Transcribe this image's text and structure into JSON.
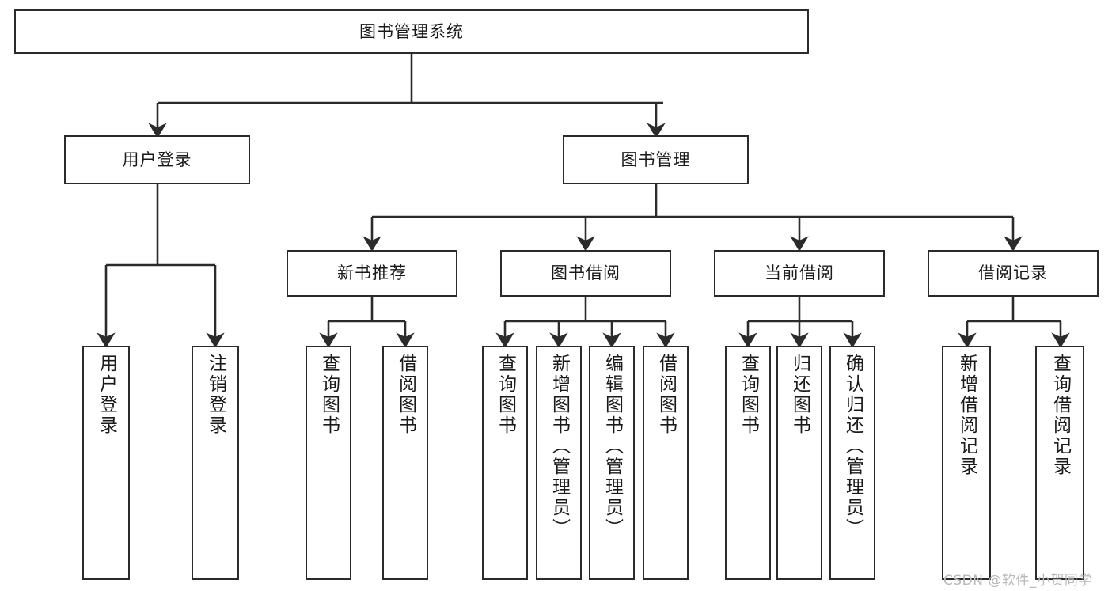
{
  "diagram": {
    "type": "tree-hierarchy",
    "title": "图书管理系统",
    "watermark": "CSDN @软件_小贺同学",
    "colors": {
      "stroke": "#2b2b2b",
      "fill": "#ffffff",
      "text": "#1a1a1a",
      "watermark": "#b9b9b9"
    },
    "nodes": {
      "root": {
        "label": "图书管理系统"
      },
      "level2": [
        {
          "id": "user-login",
          "label": "用户登录"
        },
        {
          "id": "book-manage",
          "label": "图书管理"
        }
      ],
      "level3": [
        {
          "id": "new-book-recommend",
          "label": "新书推荐"
        },
        {
          "id": "book-borrow",
          "label": "图书借阅"
        },
        {
          "id": "current-borrow",
          "label": "当前借阅"
        },
        {
          "id": "borrow-record",
          "label": "借阅记录"
        }
      ],
      "leaves": {
        "user-login": [
          {
            "id": "leaf-user-login",
            "label": "用户登录"
          },
          {
            "id": "leaf-logout",
            "label": "注销登录"
          }
        ],
        "new-book-recommend": [
          {
            "id": "leaf-query-book-1",
            "label": "查询图书"
          },
          {
            "id": "leaf-borrow-book-1",
            "label": "借阅图书"
          }
        ],
        "book-borrow": [
          {
            "id": "leaf-query-book-2",
            "label": "查询图书"
          },
          {
            "id": "leaf-add-book",
            "label": "新增图书（管理员）"
          },
          {
            "id": "leaf-edit-book",
            "label": "编辑图书（管理员）"
          },
          {
            "id": "leaf-borrow-book-2",
            "label": "借阅图书"
          }
        ],
        "current-borrow": [
          {
            "id": "leaf-query-book-3",
            "label": "查询图书"
          },
          {
            "id": "leaf-return-book",
            "label": "归还图书"
          },
          {
            "id": "leaf-confirm-return",
            "label": "确认归还（管理员）"
          }
        ],
        "borrow-record": [
          {
            "id": "leaf-add-record",
            "label": "新增借阅记录"
          },
          {
            "id": "leaf-query-record",
            "label": "查询借阅记录"
          }
        ]
      }
    }
  }
}
